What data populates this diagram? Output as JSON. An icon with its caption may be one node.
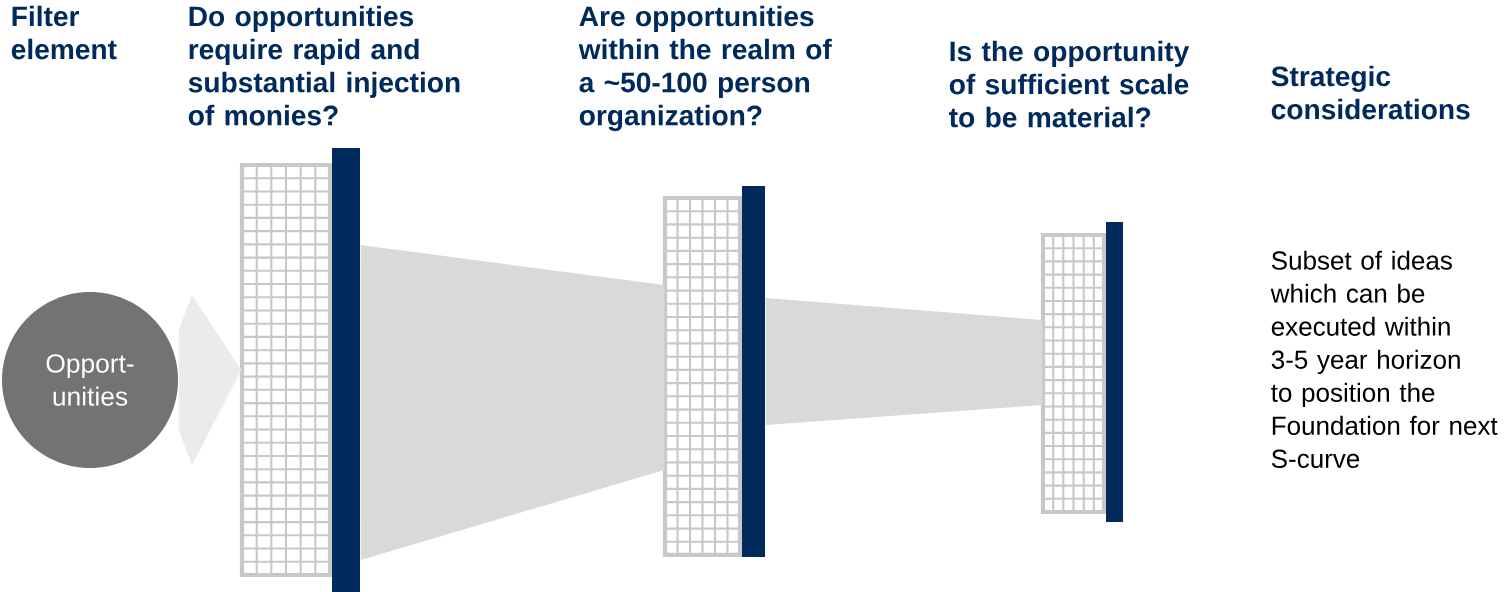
{
  "diagram": {
    "nodes": [
      {
        "text": [
          "Opport- unities"
        ]
      },
      {
        "text": [
          "Do opportunities require rapid and substantial injection of monies?"
        ]
      },
      {
        "text": [
          "Are opportunities within the realm of a ~50-100 person organization?"
        ]
      },
      {
        "text": [
          "Is the opportunity of sufficient scale to be material?"
        ]
      }
    ],
    "edges": [
      {
        "from": 0,
        "to": 1,
        "arrow": "to"
      },
      {
        "from": 1,
        "to": 2,
        "arrow": "none"
      },
      {
        "from": 2,
        "to": 3,
        "arrow": "none"
      }
    ],
    "labels": [
      "Filter element",
      "Strategic considerations",
      "Subset of ideas which can be executed within 3-5 year horizon to position the Foundation for next S-curve"
    ]
  }
}
